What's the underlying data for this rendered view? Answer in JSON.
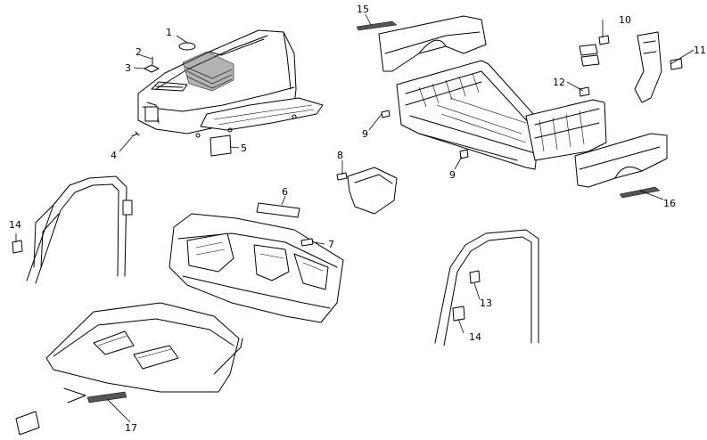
{
  "diagram": {
    "callouts": [
      {
        "id": "c1",
        "label": "1"
      },
      {
        "id": "c2",
        "label": "2"
      },
      {
        "id": "c3",
        "label": "3"
      },
      {
        "id": "c4",
        "label": "4"
      },
      {
        "id": "c5",
        "label": "5"
      },
      {
        "id": "c6",
        "label": "6"
      },
      {
        "id": "c7",
        "label": "7"
      },
      {
        "id": "c8",
        "label": "8"
      },
      {
        "id": "c9a",
        "label": "9"
      },
      {
        "id": "c9b",
        "label": "9"
      },
      {
        "id": "c10",
        "label": "10"
      },
      {
        "id": "c11",
        "label": "11"
      },
      {
        "id": "c12",
        "label": "12"
      },
      {
        "id": "c13",
        "label": "13"
      },
      {
        "id": "c14a",
        "label": "14"
      },
      {
        "id": "c14b",
        "label": "14"
      },
      {
        "id": "c15",
        "label": "15"
      },
      {
        "id": "c16",
        "label": "16"
      },
      {
        "id": "c17",
        "label": "17"
      }
    ]
  }
}
